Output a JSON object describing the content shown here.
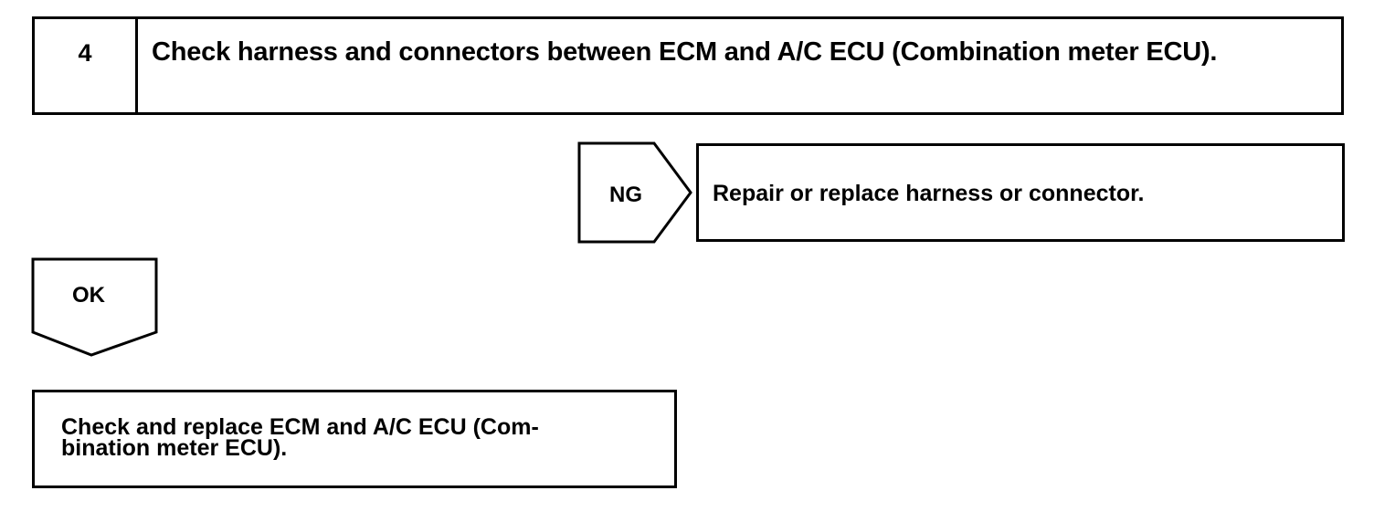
{
  "step": {
    "number": "4",
    "title": "Check harness and connectors between ECM and A/C ECU (Combination meter ECU)."
  },
  "ng_branch": {
    "label": "NG",
    "action": "Repair or replace harness or connector."
  },
  "ok_branch": {
    "label": "OK",
    "action_line1": "Check and replace ECM and A/C ECU (Com-",
    "action_line2": "bination meter ECU)."
  }
}
